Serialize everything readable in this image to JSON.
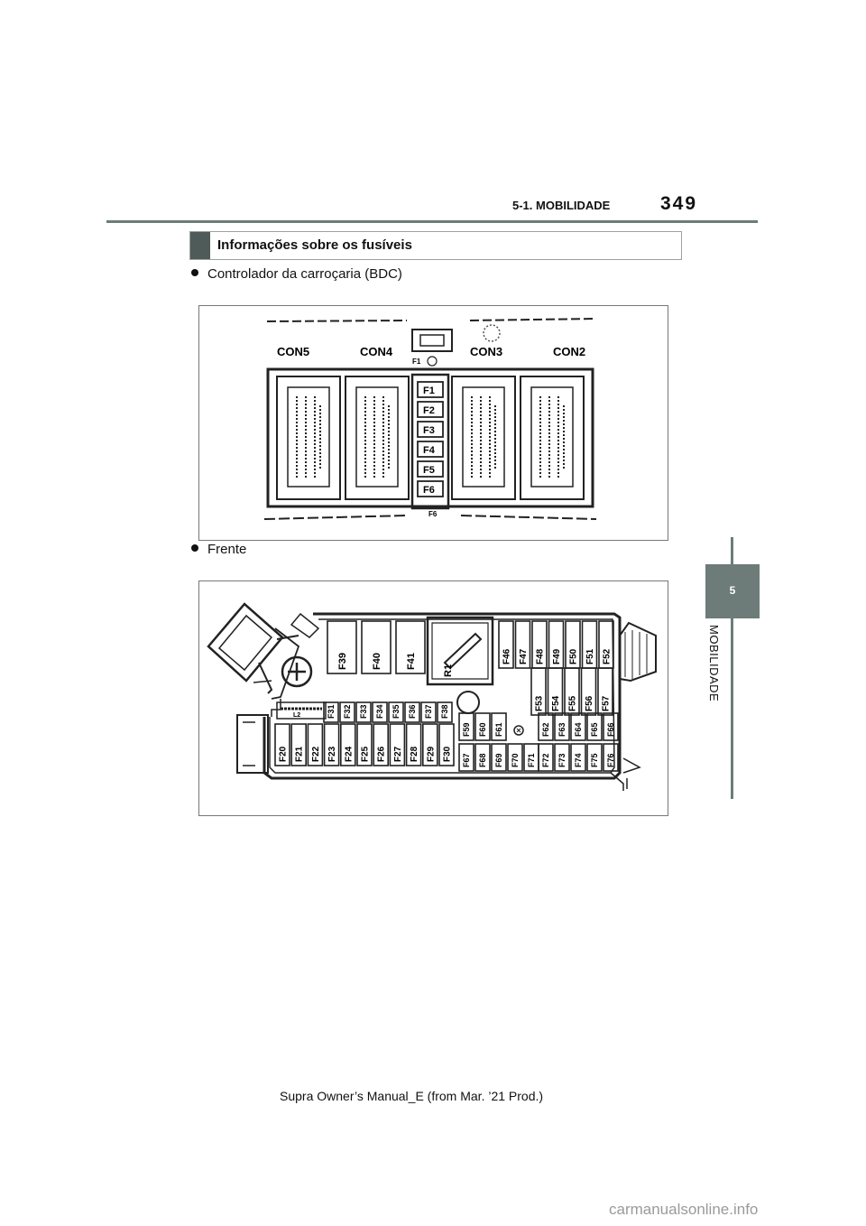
{
  "header": {
    "section": "5-1. MOBILIDADE",
    "page_number": "349"
  },
  "side_tab": {
    "number": "5",
    "label": "MOBILIDADE"
  },
  "section_title": "Informações sobre os fusíveis",
  "items": [
    {
      "label": "Controlador da carroçaria (BDC)"
    },
    {
      "label": "Frente"
    }
  ],
  "bdc_diagram": {
    "connectors": [
      "CON5",
      "CON4",
      "CON3",
      "CON2"
    ],
    "fuses": [
      "F1",
      "F2",
      "F3",
      "F4",
      "F5",
      "F6"
    ],
    "top_label": "F1",
    "bottom_label": "F6"
  },
  "front_diagram": {
    "large_fuses": [
      "F39",
      "F40",
      "F41"
    ],
    "relay": "R1",
    "right_top": [
      "F46",
      "F47",
      "F48",
      "F49",
      "F50",
      "F51",
      "F52"
    ],
    "right_mid": [
      "F53",
      "F54",
      "F55",
      "F56",
      "F57"
    ],
    "row_mid": [
      "F31",
      "F32",
      "F33",
      "F34",
      "F35",
      "F36",
      "F37",
      "F38"
    ],
    "row_bottom_left": [
      "F20",
      "F21",
      "F22",
      "F23",
      "F24",
      "F25",
      "F26",
      "F27",
      "F28",
      "F29",
      "F30"
    ],
    "center_upper": [
      "F59",
      "F60",
      "F61"
    ],
    "center_lower": [
      "F67",
      "F68",
      "F69",
      "F70",
      "F71"
    ],
    "right_upper": [
      "F62",
      "F63",
      "F64",
      "F65",
      "F66"
    ],
    "right_lower": [
      "F72",
      "F73",
      "F74",
      "F75",
      "F76"
    ],
    "l2_label": "L2"
  },
  "footer": "Supra Owner’s Manual_E (from Mar. ’21 Prod.)",
  "watermark": "carmanualsonline.info"
}
